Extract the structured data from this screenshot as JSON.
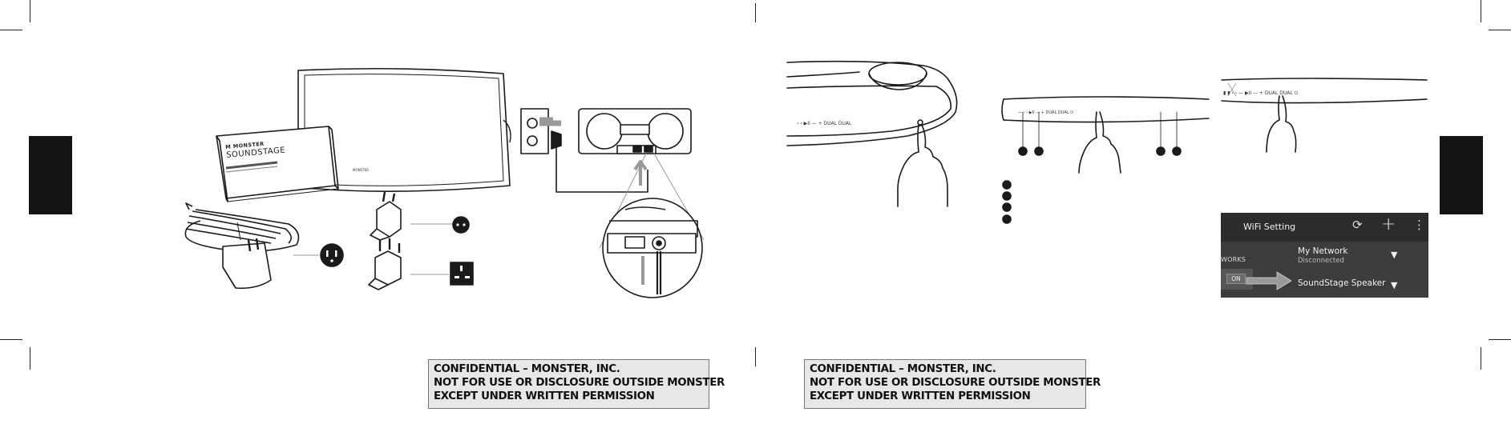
{
  "notice": {
    "line1": "CONFIDENTIAL – MONSTER, INC.",
    "line2": "NOT FOR USE OR DISCLOSURE OUTSIDE MONSTER",
    "line3": "EXCEPT UNDER WRITTEN PERMISSION"
  },
  "booklet": {
    "brand": "M MONSTER",
    "product": "SOUNDSTAGE"
  },
  "wifi": {
    "title": "WiFi Setting",
    "sync_icon": "sync-icon",
    "add_icon": "plus-icon",
    "menu_icon": "kebab-menu-icon",
    "section_label": "WORKS",
    "toggle_label": "ON",
    "networks": [
      {
        "name": "My Network",
        "status": "Disconnected"
      },
      {
        "name": "SoundStage Speaker",
        "status": ""
      }
    ]
  }
}
